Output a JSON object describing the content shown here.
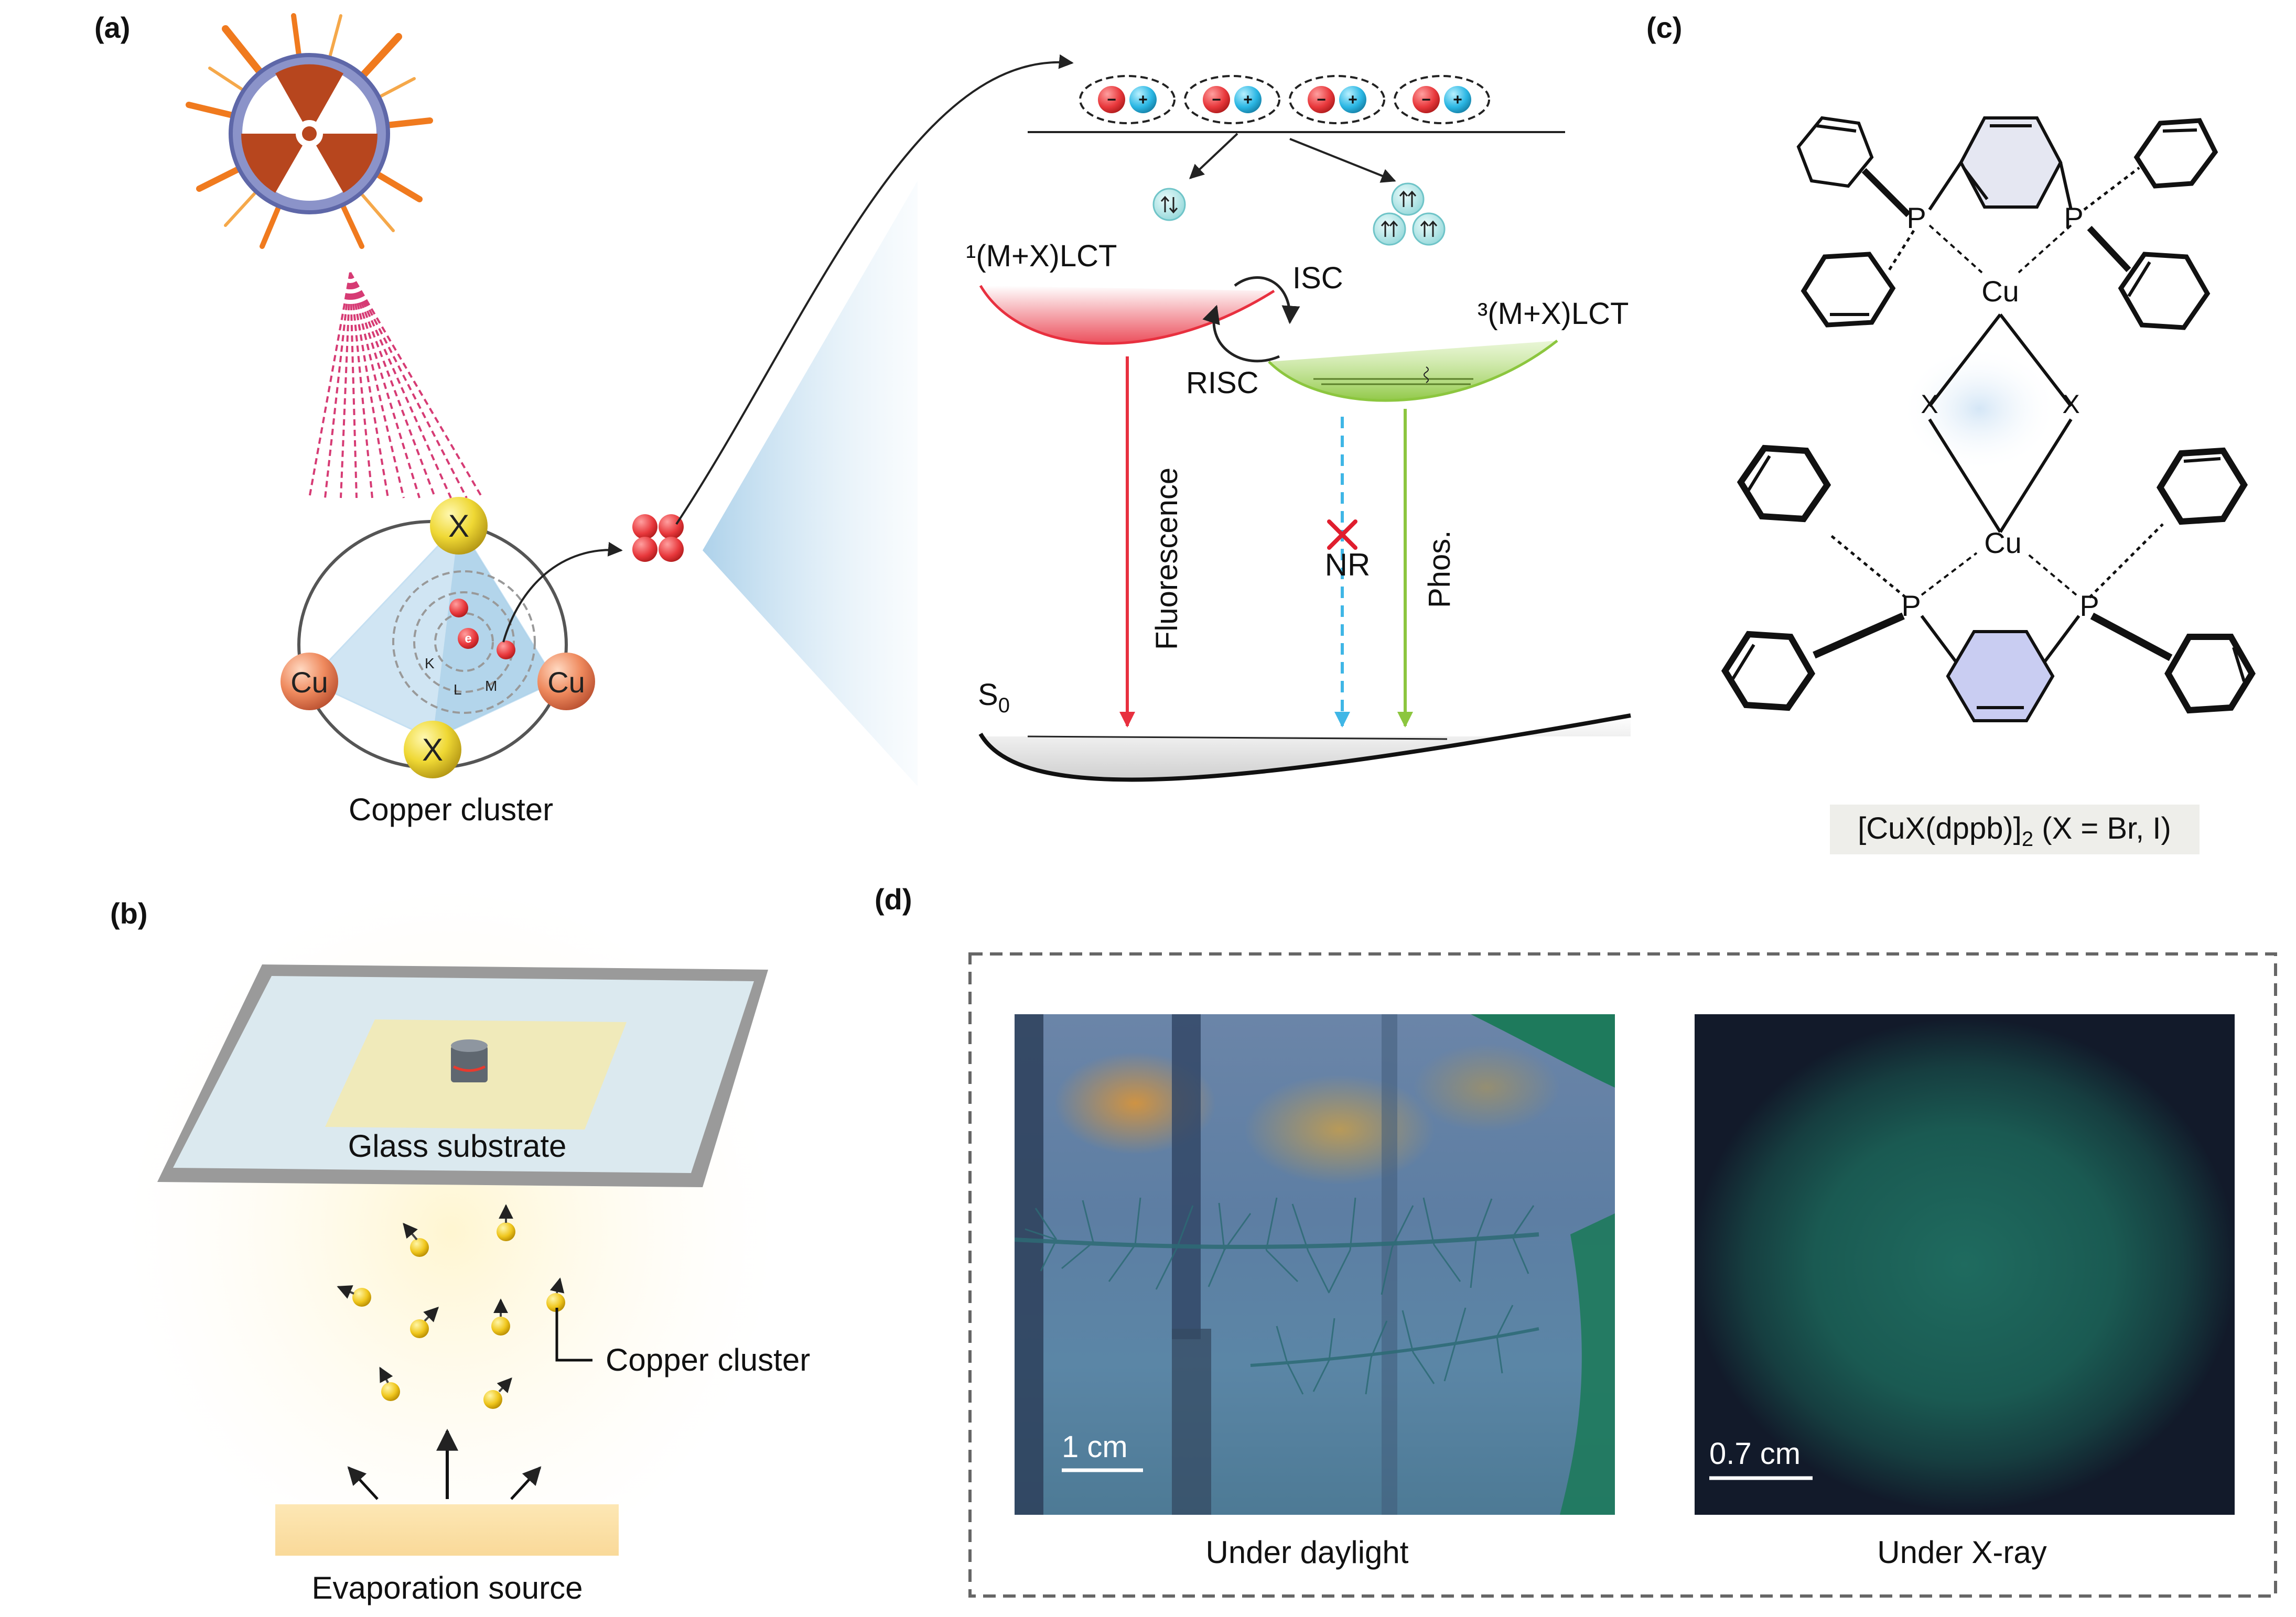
{
  "panels": {
    "a": {
      "label": "(a)",
      "copper_cluster_caption": "Copper cluster",
      "atom_labels": {
        "x_top": "X",
        "x_bottom": "X",
        "cu_left": "Cu",
        "cu_right": "Cu"
      },
      "shell_labels": {
        "k": "K",
        "l": "L",
        "m": "M"
      },
      "electron_glyph": "e",
      "energy_diagram": {
        "singlet_state": "¹(M+X)LCT",
        "triplet_state": "³(M+X)LCT",
        "isc": "ISC",
        "risc": "RISC",
        "fluorescence": "Fluorescence",
        "nonradiative": "NR",
        "phosphorescence": "Phos.",
        "ground_state": "S",
        "ground_state_subscript": "0",
        "charge_minus": "−",
        "charge_plus": "+"
      }
    },
    "b": {
      "label": "(b)",
      "substrate": "Glass substrate",
      "cluster": "Copper cluster",
      "source": "Evaporation source"
    },
    "c": {
      "label": "(c)",
      "atoms": {
        "cu": "Cu",
        "p": "P",
        "x": "X"
      },
      "formula_main": "[CuX(dppb)]",
      "formula_sub": "2",
      "formula_tail": " (X = Br, I)"
    },
    "d": {
      "label": "(d)",
      "daylight_caption": "Under daylight",
      "xray_caption": "Under X-ray",
      "scale_daylight": "1 cm",
      "scale_xray": "0.7 cm"
    }
  },
  "colors": {
    "singlet": "#e8303f",
    "triplet": "#8cc63f",
    "nonradiative": "#3fb6e6",
    "electron": "#e8383c",
    "hole": "#2bb7e4",
    "x_atom": "#e8d53a",
    "cu_atom": "#ef8a5e"
  }
}
